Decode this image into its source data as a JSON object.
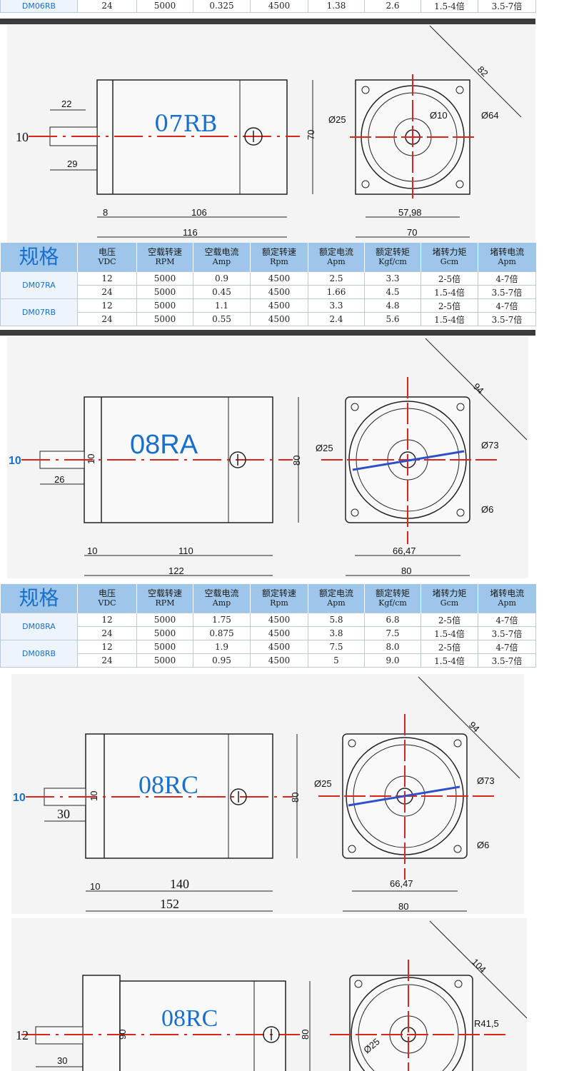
{
  "top_row": {
    "model": "DM06RB",
    "cells": [
      "24",
      "5000",
      "0.325",
      "4500",
      "1.38",
      "2.6",
      "1.5-4倍",
      "3.5-7倍"
    ]
  },
  "headers": [
    {
      "cn": "规格",
      "en": ""
    },
    {
      "cn": "电压",
      "en": "VDC"
    },
    {
      "cn": "空载转速",
      "en": "RPM"
    },
    {
      "cn": "空载电流",
      "en": "Amp"
    },
    {
      "cn": "额定转速",
      "en": "Rpm"
    },
    {
      "cn": "额定电流",
      "en": "Apm"
    },
    {
      "cn": "额定转矩",
      "en": "Kgf/cm"
    },
    {
      "cn": "堵转力矩",
      "en": "Gcm"
    },
    {
      "cn": "堵转电流",
      "en": "Apm"
    }
  ],
  "drawing_07": {
    "title": "07RB",
    "labels": {
      "shaft_len": "22",
      "shaft_dia": "10",
      "shaft_total": "29",
      "flange": "8",
      "body": "106",
      "total": "116",
      "height": "70",
      "diag": "82",
      "bore": "Ø25",
      "hub": "Ø10",
      "pcd": "Ø64",
      "hole_spacing": "57,98",
      "width": "70"
    }
  },
  "table_07": [
    {
      "model": "DM07RA",
      "rows": [
        [
          "12",
          "5000",
          "0.9",
          "4500",
          "2.5",
          "3.3",
          "2-5倍",
          "4-7倍"
        ],
        [
          "24",
          "5000",
          "0.45",
          "4500",
          "1.66",
          "4.5",
          "1.5-4倍",
          "3.5-7倍"
        ]
      ]
    },
    {
      "model": "DM07RB",
      "rows": [
        [
          "12",
          "5000",
          "1.1",
          "4500",
          "3.3",
          "4.8",
          "2-5倍",
          "4-7倍"
        ],
        [
          "24",
          "5000",
          "0.55",
          "4500",
          "2.4",
          "5.6",
          "1.5-4倍",
          "3.5-7倍"
        ]
      ]
    }
  ],
  "drawing_08a": {
    "title": "08RA",
    "labels": {
      "shaft_dia": "10",
      "shaft_dia2": "10",
      "shaft_len": "26",
      "flange": "10",
      "body": "110",
      "total": "122",
      "height": "80",
      "diag": "94",
      "bore": "Ø25",
      "pcd": "Ø73",
      "hole": "Ø6",
      "hole_spacing": "66,47",
      "width": "80"
    }
  },
  "table_08": [
    {
      "model": "DM08RA",
      "rows": [
        [
          "12",
          "5000",
          "1.75",
          "4500",
          "5.8",
          "6.8",
          "2-5倍",
          "4-7倍"
        ],
        [
          "24",
          "5000",
          "0.875",
          "4500",
          "3.8",
          "7.5",
          "1.5-4倍",
          "3.5-7倍"
        ]
      ]
    },
    {
      "model": "DM08RB",
      "rows": [
        [
          "12",
          "5000",
          "1.9",
          "4500",
          "7.5",
          "8.0",
          "2-5倍",
          "4-7倍"
        ],
        [
          "24",
          "5000",
          "0.95",
          "4500",
          "5",
          "9.0",
          "1.5-4倍",
          "3.5-7倍"
        ]
      ]
    }
  ],
  "drawing_08c": {
    "title": "08RC",
    "labels": {
      "shaft_dia": "10",
      "shaft_dia2": "10",
      "shaft_len": "30",
      "flange": "10",
      "body": "140",
      "total": "152",
      "height": "80",
      "diag": "94",
      "bore": "Ø25",
      "pcd": "Ø73",
      "hole": "Ø6",
      "hole_spacing": "66,47",
      "width": "80"
    }
  },
  "drawing_08c2": {
    "title": "08RC",
    "labels": {
      "shaft_dia": "12",
      "shaft_len": "30",
      "height_outer": "90",
      "height": "80",
      "diag": "104",
      "bore": "Ø25",
      "radius": "R41,5"
    }
  }
}
